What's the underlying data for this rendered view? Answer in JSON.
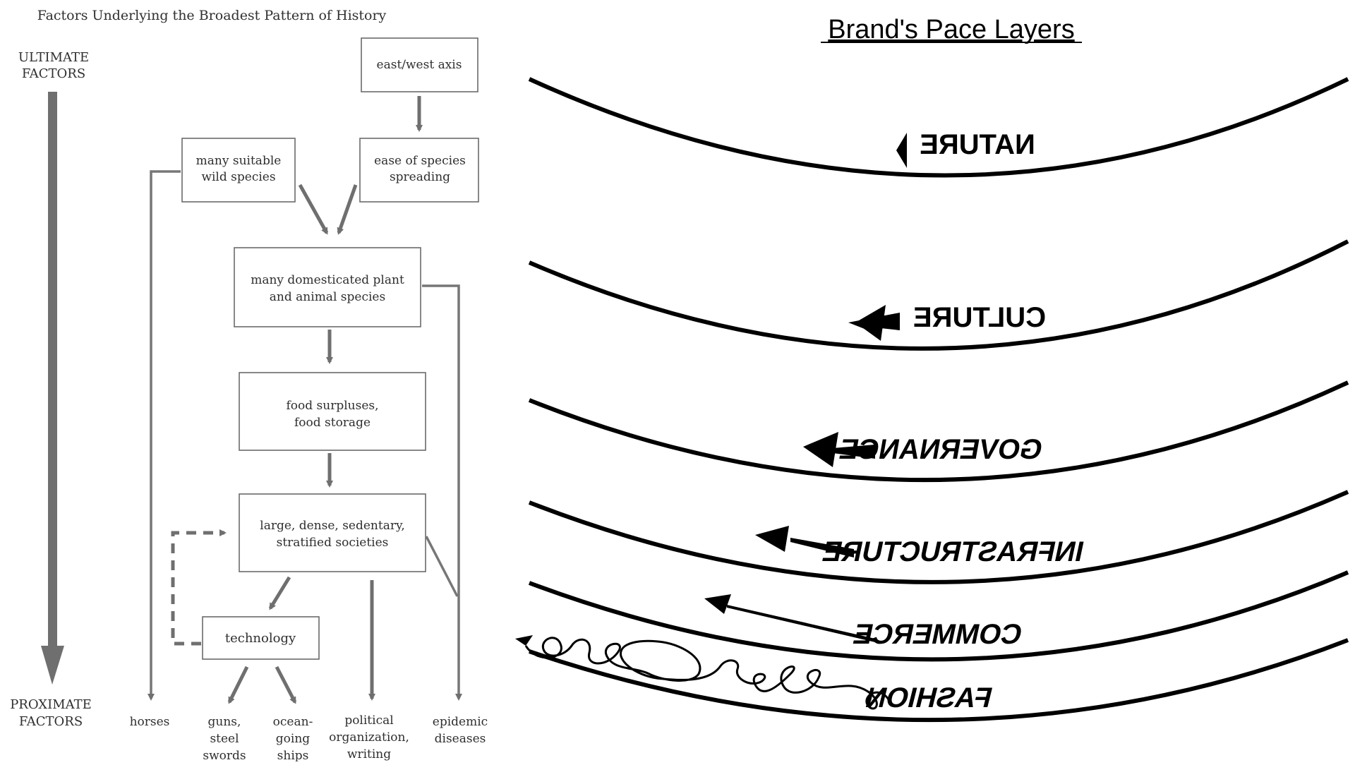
{
  "left_diagram": {
    "title": "Factors Underlying the Broadest Pattern of History",
    "ultimate_label": [
      "ULTIMATE",
      "FACTORS"
    ],
    "proximate_label": [
      "PROXIMATE",
      "FACTORS"
    ],
    "boxes": {
      "east_west_axis": [
        "east/west axis"
      ],
      "suitable_species": [
        "many suitable",
        "wild species"
      ],
      "ease_spreading": [
        "ease of species",
        "spreading"
      ],
      "domesticated": [
        "many domesticated plant",
        "and animal species"
      ],
      "food_surpluses": [
        "food surpluses,",
        "food storage"
      ],
      "societies": [
        "large, dense, sedentary,",
        "stratified societies"
      ],
      "technology": [
        "technology"
      ]
    },
    "outcomes": {
      "horses": [
        "horses"
      ],
      "guns": [
        "guns,",
        "steel",
        "swords"
      ],
      "ships": [
        "ocean-",
        "going",
        "ships"
      ],
      "political": [
        "political",
        "organization,",
        "writing"
      ],
      "epidemic": [
        "epidemic",
        "diseases"
      ]
    }
  },
  "right_diagram": {
    "title": "Brand's Pace Layers",
    "layers": [
      "NATURE",
      "CULTURE",
      "GOVERNANCE",
      "INFRASTRUCTURE",
      "COMMERCE",
      "FASHION"
    ]
  }
}
